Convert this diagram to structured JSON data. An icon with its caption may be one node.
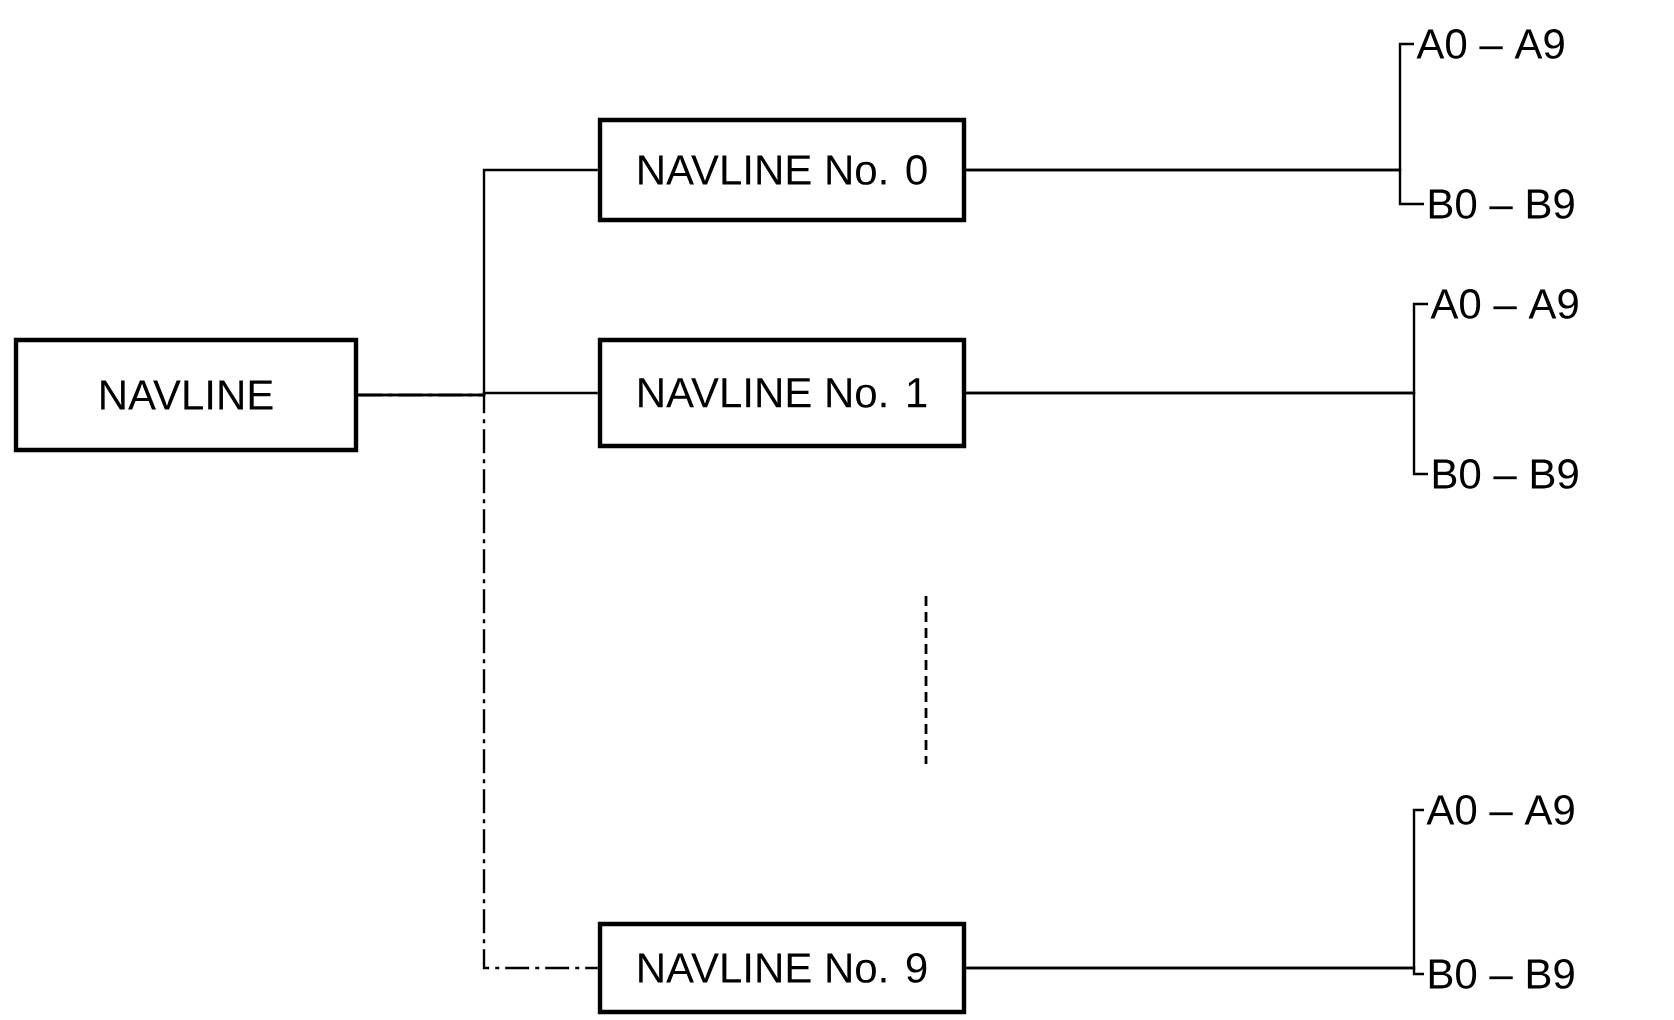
{
  "diagram": {
    "nodes": [
      {
        "text": [
          "NAVLINE"
        ]
      },
      {
        "text": [
          "NAVLINE No. 0"
        ]
      },
      {
        "text": [
          "NAVLINE No. 1"
        ]
      },
      {
        "text": [
          "NAVLINE No. 9"
        ]
      },
      {
        "text": [
          "A0 – A9"
        ]
      },
      {
        "text": [
          "B0 – B9"
        ]
      },
      {
        "text": [
          "A0 – A9"
        ]
      },
      {
        "text": [
          "B0 – B9"
        ]
      },
      {
        "text": [
          "A0 – A9"
        ]
      },
      {
        "text": [
          "B0 – B9"
        ]
      }
    ],
    "edges": [
      {
        "from": 0,
        "to": 1,
        "arrow": "none"
      },
      {
        "from": 0,
        "to": 2,
        "arrow": "none"
      },
      {
        "from": 0,
        "to": 3,
        "arrow": "none",
        "style": "dashed"
      },
      {
        "from": 1,
        "to": 4,
        "arrow": "none"
      },
      {
        "from": 1,
        "to": 5,
        "arrow": "none"
      },
      {
        "from": 2,
        "to": 6,
        "arrow": "none"
      },
      {
        "from": 2,
        "to": 7,
        "arrow": "none"
      },
      {
        "from": 3,
        "to": 8,
        "arrow": "none"
      },
      {
        "from": 3,
        "to": 9,
        "arrow": "none"
      }
    ]
  }
}
